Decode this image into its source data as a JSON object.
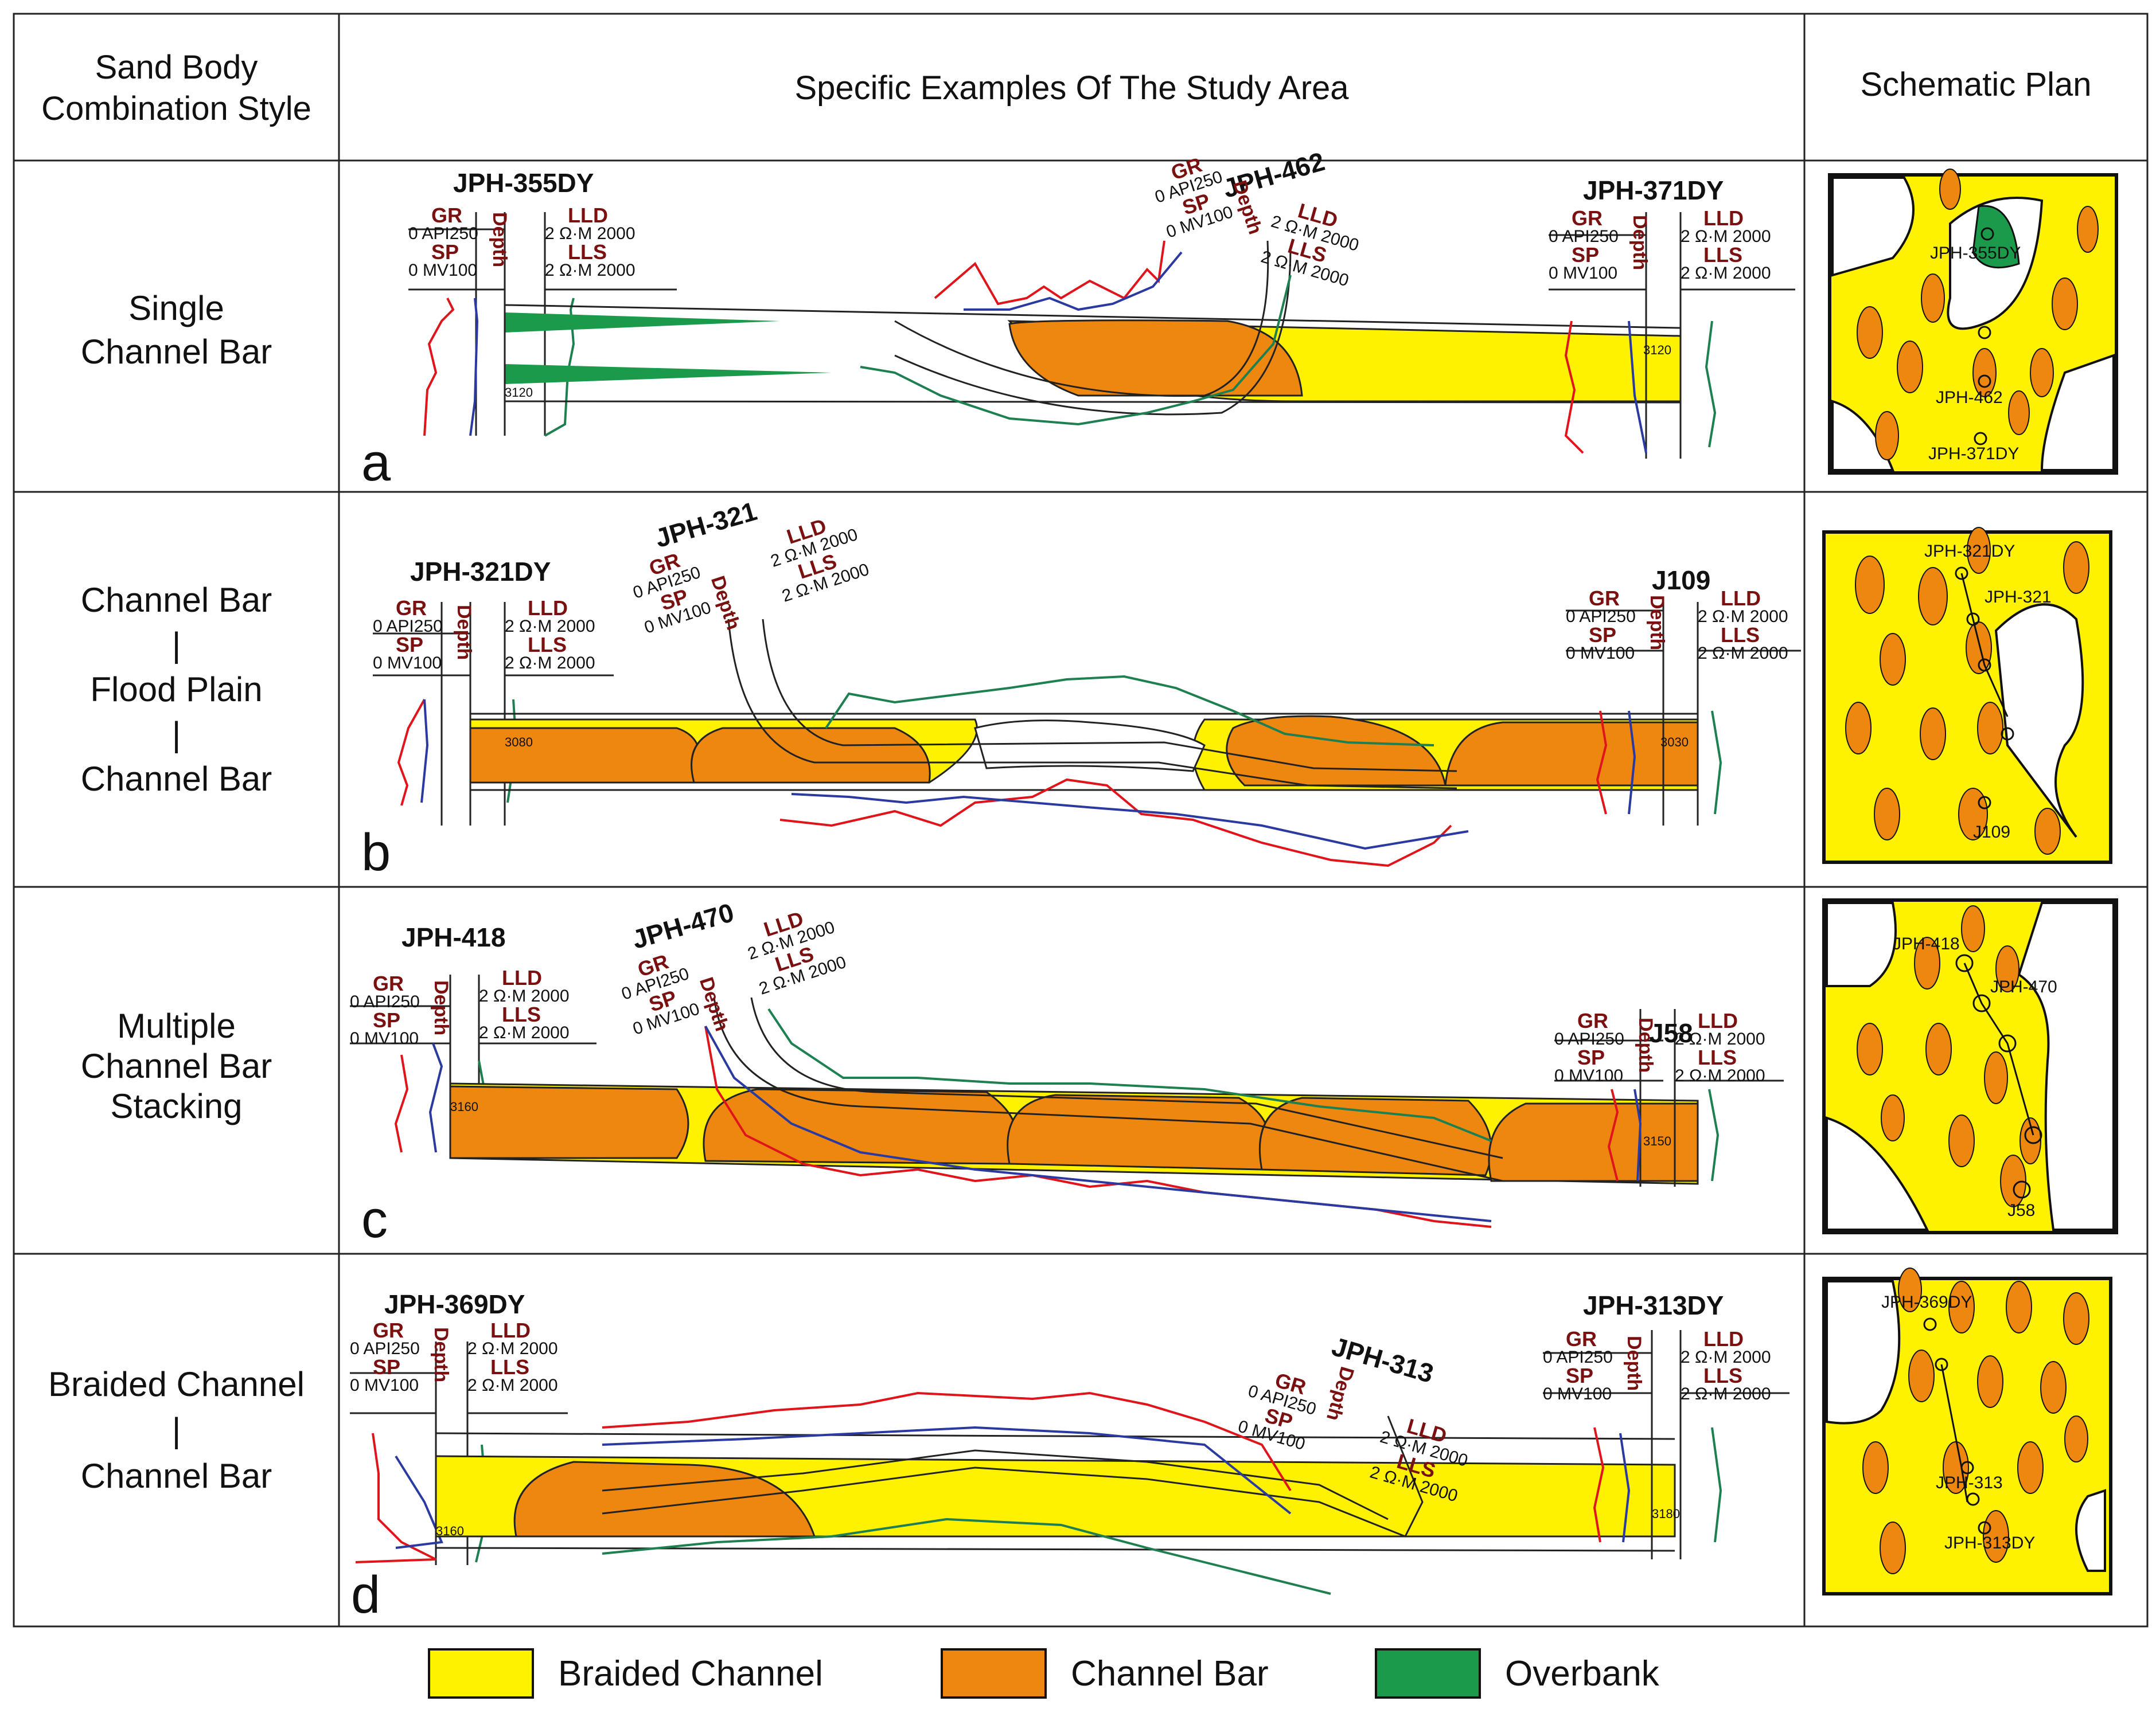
{
  "header": {
    "style_col": "Sand Body Combination Style",
    "examples_col": "Specific Examples Of The Study Area",
    "plan_col": "Schematic Plan"
  },
  "rows": [
    {
      "id": "a",
      "style_lines": [
        "Single",
        "Channel Bar"
      ],
      "wells": [
        "JPH-355DY",
        "JPH-462",
        "JPH-371DY"
      ],
      "plan_wells": [
        "JPH-355DY",
        "JPH-462",
        "JPH-371DY"
      ]
    },
    {
      "id": "b",
      "style_lines": [
        "Channel Bar",
        "|",
        "Flood Plain",
        "|",
        "Channel Bar"
      ],
      "wells": [
        "JPH-321DY",
        "JPH-321",
        "J109"
      ],
      "plan_wells": [
        "JPH-321DY",
        "JPH-321",
        "J109"
      ]
    },
    {
      "id": "c",
      "style_lines": [
        "Multiple",
        "Channel Bar",
        "Stacking"
      ],
      "wells": [
        "JPH-418",
        "JPH-470",
        "J58"
      ],
      "plan_wells": [
        "JPH-418",
        "JPH-470",
        "J58"
      ]
    },
    {
      "id": "d",
      "style_lines": [
        "Braided Channel",
        "|",
        "Channel Bar"
      ],
      "wells": [
        "JPH-369DY",
        "JPH-313",
        "JPH-313DY"
      ],
      "plan_wells": [
        "JPH-369DY",
        "JPH-313",
        "JPH-313DY"
      ]
    }
  ],
  "log_header": {
    "gr": "GR",
    "gr_scale": "0 API250",
    "sp": "SP",
    "sp_scale": "0 MV100",
    "depth": "Depth",
    "lld": "LLD",
    "lld_scale": "2 Ω·M 2000",
    "lls": "LLS",
    "lls_scale": "2 Ω·M 2000"
  },
  "depth_marks": [
    "3120",
    "3120",
    "3080",
    "3030",
    "3160",
    "3150",
    "3160",
    "3180"
  ],
  "legend": [
    {
      "label": "Braided Channel",
      "color": "#FFF200"
    },
    {
      "label": "Channel Bar",
      "color": "#EE8710"
    },
    {
      "label": "Overbank",
      "color": "#1C9A4B"
    }
  ],
  "colors": {
    "braided_channel": "#FFF200",
    "channel_bar": "#EE8710",
    "overbank": "#1C9A4B",
    "gr_curve": "#E0151B",
    "sp_curve": "#2A3AA0",
    "resistivity_curve": "#1E8050",
    "log_label": "#7A1010"
  }
}
